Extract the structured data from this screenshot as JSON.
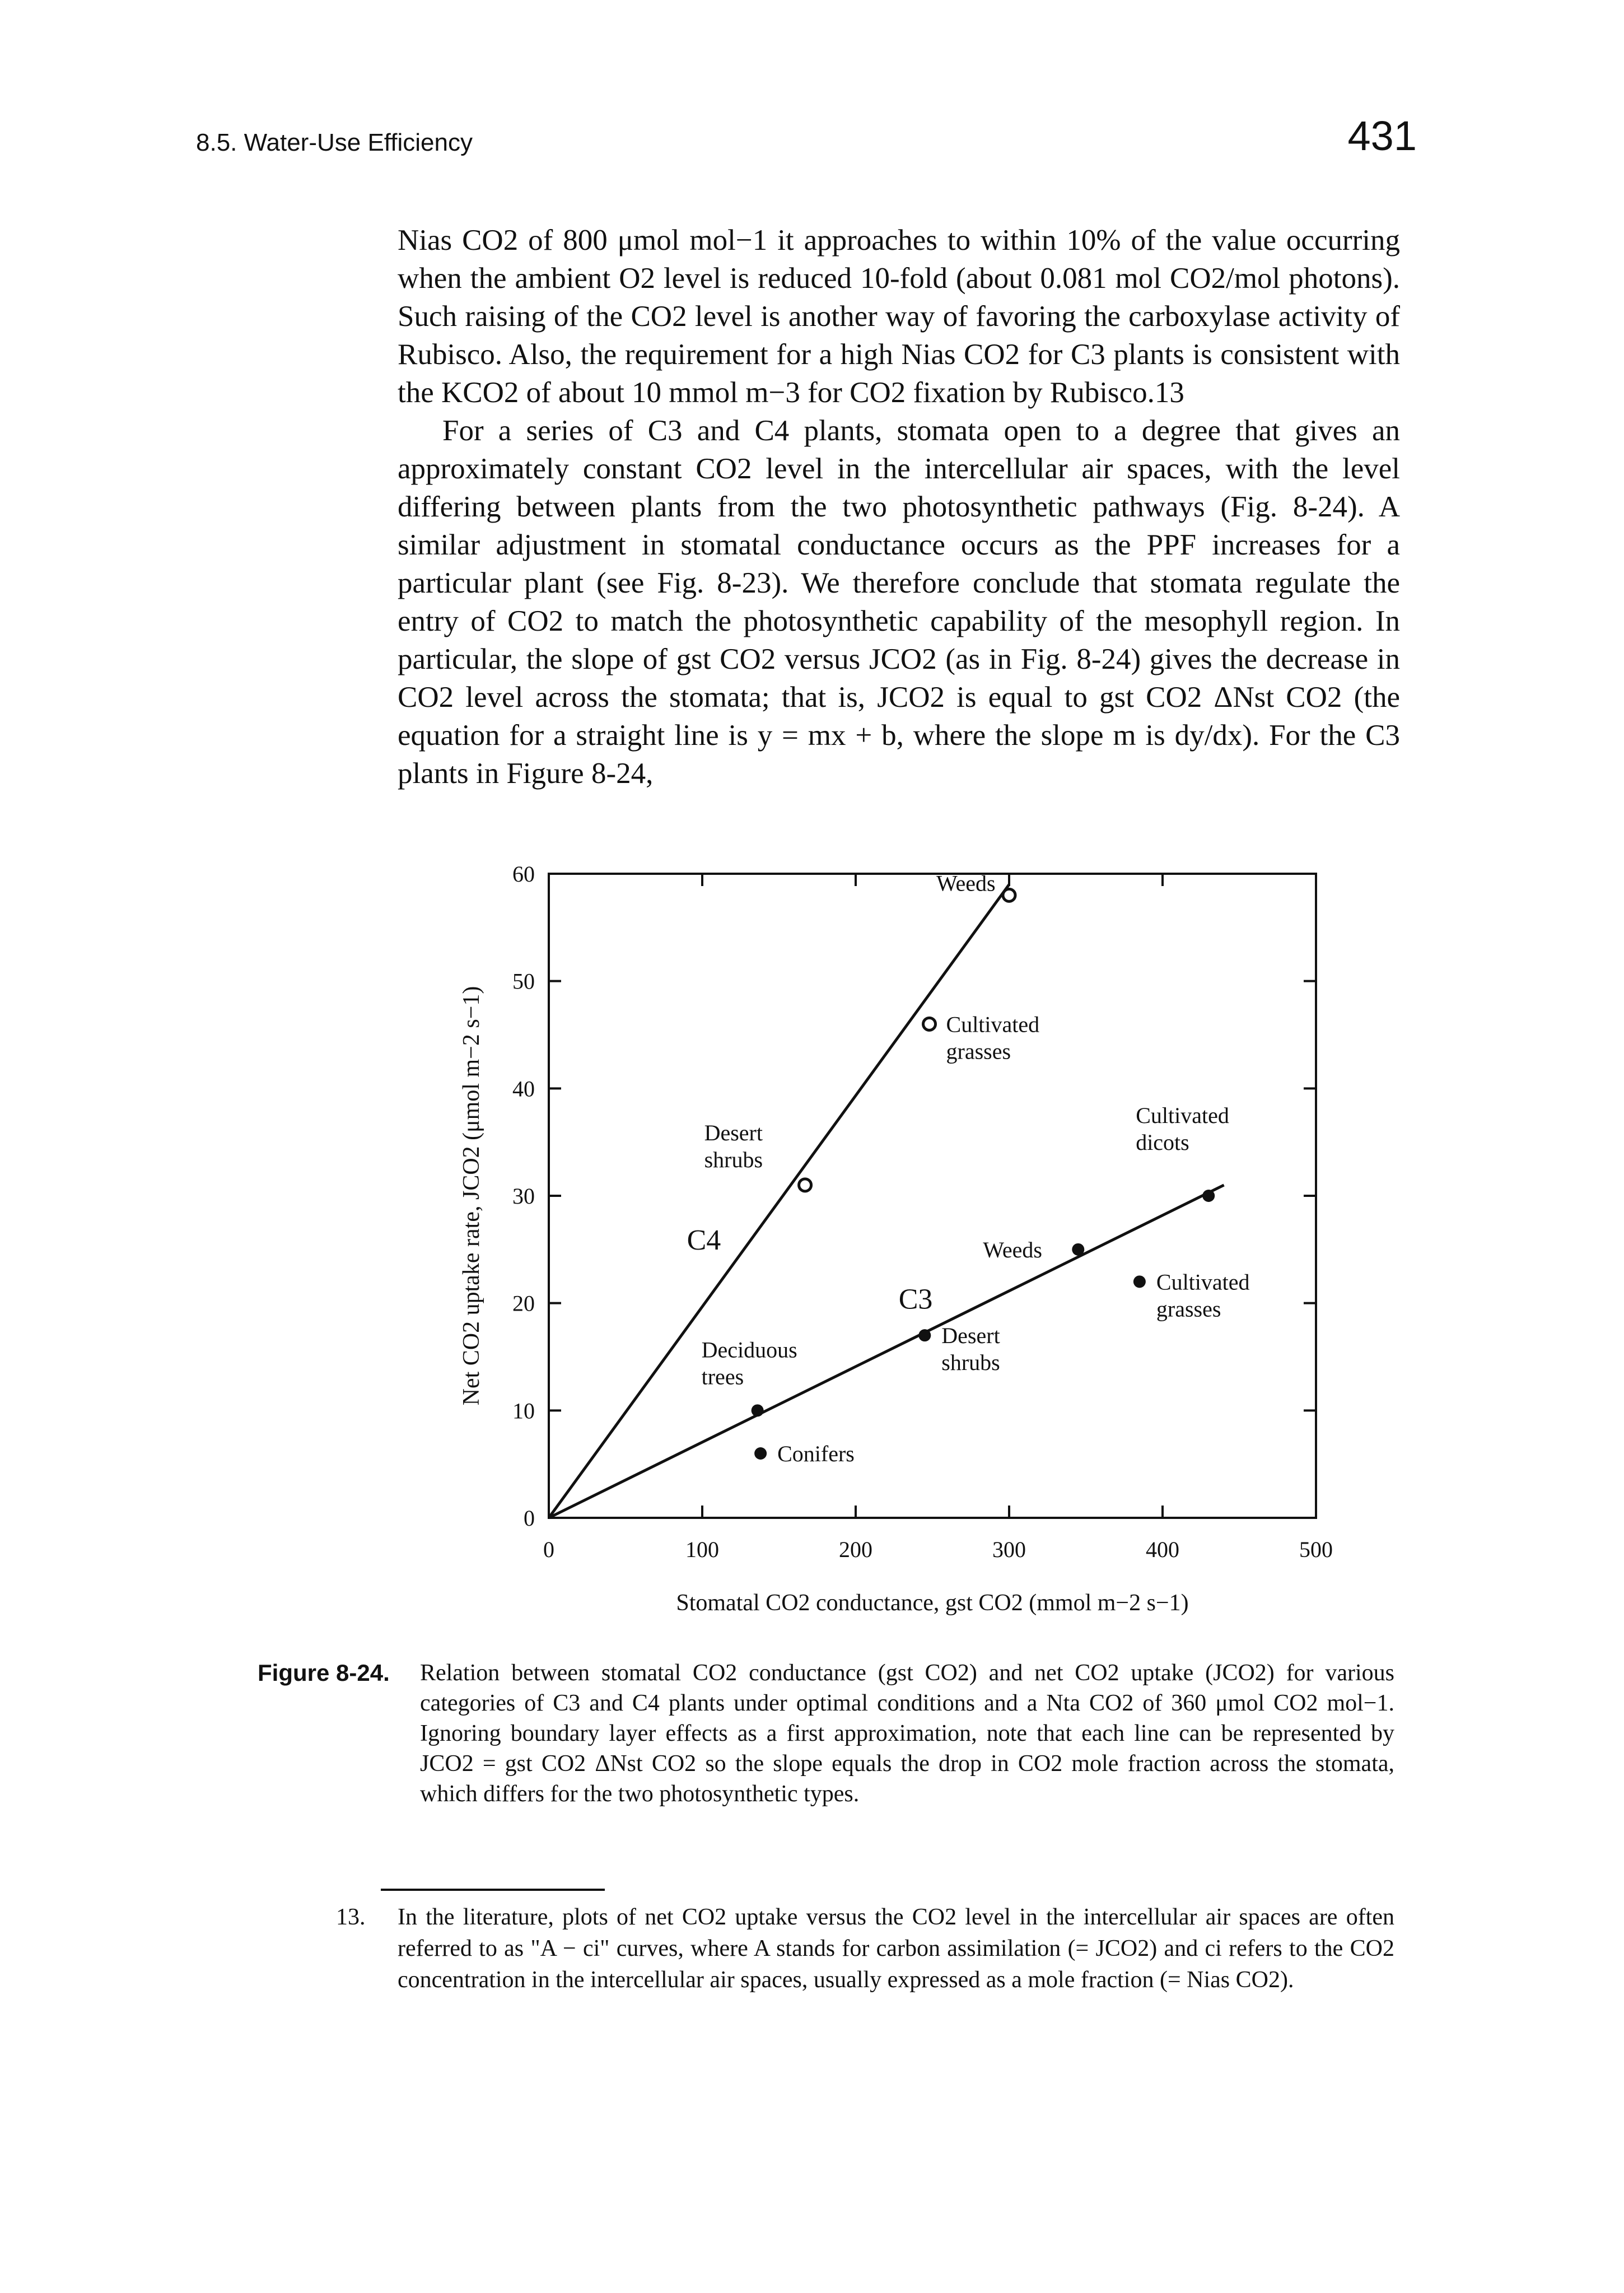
{
  "header": {
    "section": "8.5. Water-Use Efficiency",
    "page_number": "431"
  },
  "body": {
    "paragraph1": "Nias CO2 of 800 μmol mol−1 it approaches to within 10% of the value occurring when the ambient O2 level is reduced 10-fold (about 0.081 mol CO2/mol photons). Such raising of the CO2 level is another way of favoring the carboxylase activity of Rubisco. Also, the requirement for a high Nias CO2 for C3 plants is consistent with the KCO2 of about 10 mmol m−3 for CO2 fixation by Rubisco.13",
    "paragraph2": "For a series of C3 and C4 plants, stomata open to a degree that gives an approximately constant CO2 level in the intercellular air spaces, with the level differing between plants from the two photosynthetic pathways (Fig. 8-24). A similar adjustment in stomatal conductance occurs as the PPF increases for a particular plant (see Fig. 8-23). We therefore conclude that stomata regulate the entry of CO2 to match the photosynthetic capability of the mesophyll region. In particular, the slope of gst CO2 versus JCO2 (as in Fig. 8-24) gives the decrease in CO2 level across the stomata; that is, JCO2 is equal to gst CO2 ΔNst CO2 (the equation for a straight line is y = mx + b, where the slope m is dy/dx). For the C3 plants in Figure 8-24,"
  },
  "figure": {
    "label": "Figure 8-24.",
    "caption": "Relation between stomatal CO2 conductance (gst CO2) and net CO2 uptake (JCO2) for various categories of C3 and C4 plants under optimal conditions and a Nta CO2 of 360 μmol CO2 mol−1. Ignoring boundary layer effects as a first approximation, note that each line can be represented by JCO2 = gst CO2 ΔNst CO2 so the slope equals the drop in CO2 mole fraction across the stomata, which differs for the two photosynthetic types."
  },
  "footnote": {
    "number": "13.",
    "text": "In the literature, plots of net CO2 uptake versus the CO2 level in the intercellular air spaces are often referred to as \"A − ci\" curves, where A stands for carbon assimilation (= JCO2) and ci refers to the CO2 concentration in the intercellular air spaces, usually expressed as a mole fraction (= Nias CO2)."
  },
  "chart_data": {
    "type": "scatter",
    "xlabel": "Stomatal CO2 conductance, gst CO2 (mmol m−2 s−1)",
    "ylabel": "Net CO2 uptake rate, JCO2 (μmol m−2 s−1)",
    "xlim": [
      0,
      500
    ],
    "ylim": [
      0,
      60
    ],
    "xticks": [
      "0",
      "100",
      "200",
      "300",
      "400",
      "500"
    ],
    "yticks": [
      "0",
      "10",
      "20",
      "30",
      "40",
      "50",
      "60"
    ],
    "grid": false,
    "lines": [
      {
        "name": "C4",
        "x": [
          0,
          300
        ],
        "y": [
          0,
          59
        ]
      },
      {
        "name": "C3",
        "x": [
          0,
          440
        ],
        "y": [
          0,
          31
        ]
      }
    ],
    "series": [
      {
        "name": "C4",
        "marker": "open-circle",
        "points": [
          {
            "label": "Weeds",
            "x": 300,
            "y": 58
          },
          {
            "label": "Cultivated grasses",
            "x": 248,
            "y": 46
          },
          {
            "label": "Desert shrubs",
            "x": 167,
            "y": 31
          }
        ]
      },
      {
        "name": "C3",
        "marker": "filled-circle",
        "points": [
          {
            "label": "Cultivated dicots",
            "x": 430,
            "y": 30
          },
          {
            "label": "Weeds",
            "x": 345,
            "y": 25
          },
          {
            "label": "Cultivated grasses",
            "x": 385,
            "y": 22
          },
          {
            "label": "Desert shrubs",
            "x": 245,
            "y": 17
          },
          {
            "label": "Deciduous trees",
            "x": 136,
            "y": 10
          },
          {
            "label": "Conifers",
            "x": 138,
            "y": 6
          }
        ]
      }
    ],
    "annotations": [
      "C4",
      "C3"
    ]
  }
}
